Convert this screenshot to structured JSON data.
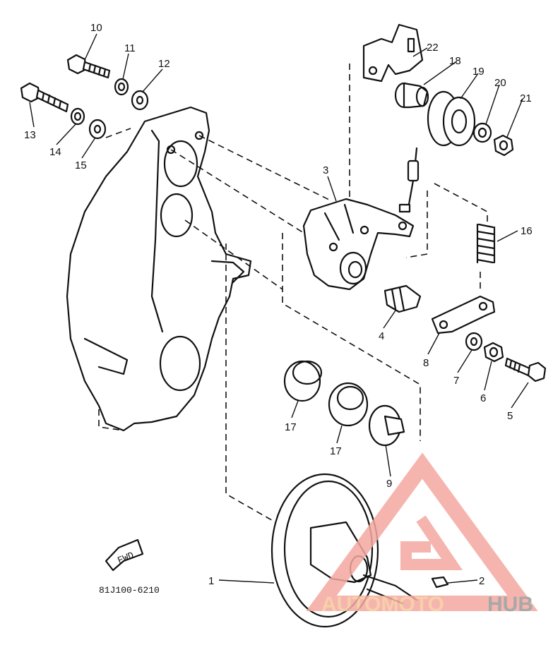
{
  "diagram": {
    "part_code": "81J100-6210",
    "direction_tag": "FWD",
    "callouts": [
      "1",
      "2",
      "3",
      "4",
      "5",
      "6",
      "7",
      "8",
      "9",
      "10",
      "11",
      "12",
      "13",
      "14",
      "15",
      "16",
      "17",
      "17",
      "18",
      "19",
      "20",
      "21",
      "22"
    ]
  },
  "watermark": {
    "text_part1": "AUTOMOTO",
    "text_part2": "HUB",
    "color_primary": "#f4a9a0",
    "color_secondary": "#f6c79c"
  }
}
